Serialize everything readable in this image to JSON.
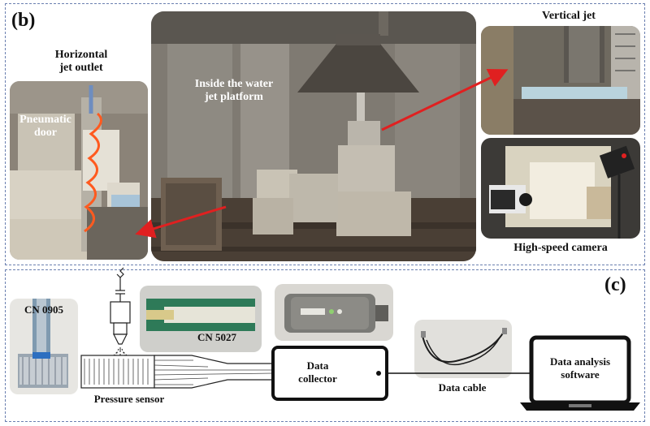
{
  "panel_b": {
    "label": "(b)",
    "captions": {
      "horizontal_jet_outlet": "Horizontal\njet outlet",
      "pneumatic_door": "Pneumatic\ndoor",
      "inside_platform": "Inside the water\njet platform",
      "vertical_jet": "Vertical jet",
      "high_speed_camera": "High-speed camera"
    }
  },
  "panel_c": {
    "label": "(c)",
    "captions": {
      "cn_0905": "CN 0905",
      "cn_5027": "CN 5027",
      "pressure_sensor": "Pressure sensor",
      "data_collector": "Data\ncollector",
      "data_cable": "Data cable",
      "data_analysis_software": "Data analysis\nsoftware"
    }
  },
  "colors": {
    "frame_dash": "#6a7fb0",
    "arrow_red": "#e02020",
    "cable_orange": "#ff5a1f"
  }
}
